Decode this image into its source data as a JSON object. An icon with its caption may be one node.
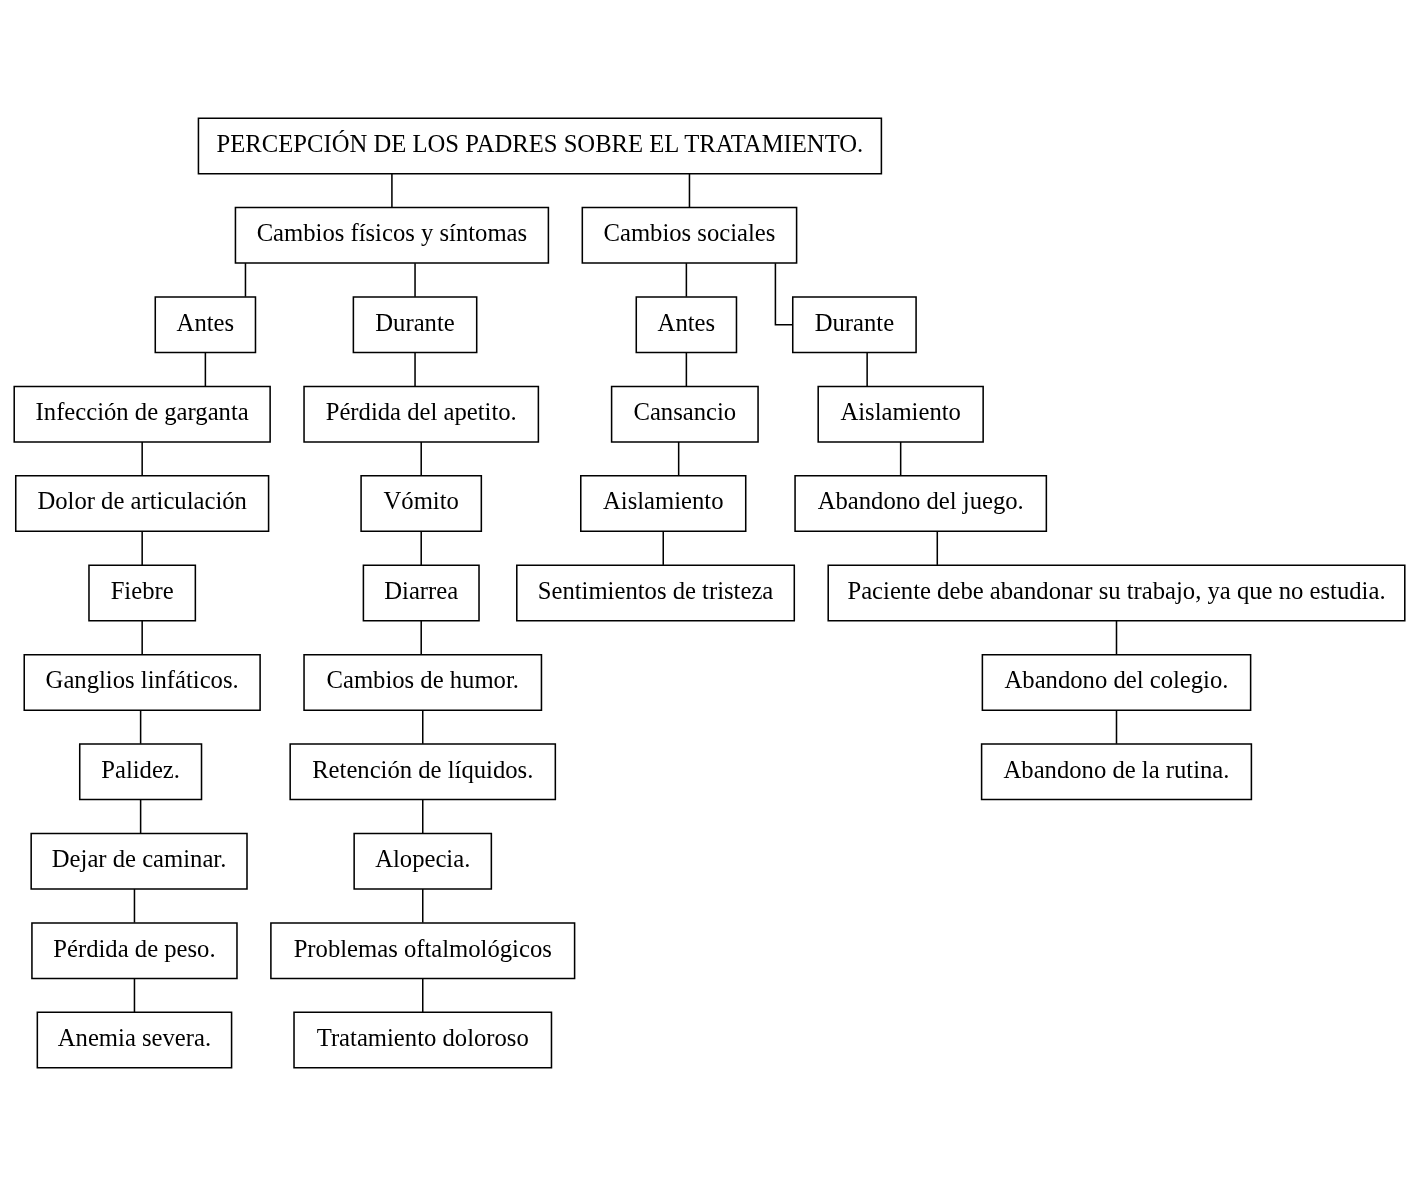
{
  "diagram": {
    "nodes": [
      {
        "text": [
          "PERCEPCIÓN DE LOS PADRES SOBRE EL TRATAMIENTO."
        ]
      },
      {
        "text": [
          "Cambios físicos y síntomas"
        ]
      },
      {
        "text": [
          "Cambios sociales"
        ]
      },
      {
        "text": [
          "Antes"
        ]
      },
      {
        "text": [
          "Durante"
        ]
      },
      {
        "text": [
          "Infección de garganta"
        ]
      },
      {
        "text": [
          "Dolor de articulación"
        ]
      },
      {
        "text": [
          "Fiebre"
        ]
      },
      {
        "text": [
          "Ganglios linfáticos."
        ]
      },
      {
        "text": [
          "Palidez."
        ]
      },
      {
        "text": [
          "Dejar de caminar."
        ]
      },
      {
        "text": [
          "Pérdida de peso."
        ]
      },
      {
        "text": [
          "Anemia severa."
        ]
      },
      {
        "text": [
          "Pérdida del apetito."
        ]
      },
      {
        "text": [
          "Vómito"
        ]
      },
      {
        "text": [
          "Diarrea"
        ]
      },
      {
        "text": [
          "Cambios de humor."
        ]
      },
      {
        "text": [
          "Retención de líquidos."
        ]
      },
      {
        "text": [
          "Alopecia."
        ]
      },
      {
        "text": [
          "Problemas oftalmológicos"
        ]
      },
      {
        "text": [
          "Tratamiento doloroso"
        ]
      },
      {
        "text": [
          "Antes"
        ]
      },
      {
        "text": [
          "Durante"
        ]
      },
      {
        "text": [
          "Cansancio"
        ]
      },
      {
        "text": [
          "Aislamiento"
        ]
      },
      {
        "text": [
          "Sentimientos de tristeza"
        ]
      },
      {
        "text": [
          "Aislamiento"
        ]
      },
      {
        "text": [
          "Abandono del juego."
        ]
      },
      {
        "text": [
          "Paciente debe abandonar su trabajo, ya que no estudia."
        ]
      },
      {
        "text": [
          "Abandono del colegio."
        ]
      },
      {
        "text": [
          "Abandono de la rutina."
        ]
      }
    ],
    "edges": [
      {
        "from": 0,
        "to": 1,
        "arrow": "none"
      },
      {
        "from": 0,
        "to": 2,
        "arrow": "none"
      },
      {
        "from": 1,
        "to": 3,
        "arrow": "none"
      },
      {
        "from": 1,
        "to": 4,
        "arrow": "none"
      },
      {
        "from": 3,
        "to": 5,
        "arrow": "none"
      },
      {
        "from": 5,
        "to": 6,
        "arrow": "none"
      },
      {
        "from": 6,
        "to": 7,
        "arrow": "none"
      },
      {
        "from": 7,
        "to": 8,
        "arrow": "none"
      },
      {
        "from": 8,
        "to": 9,
        "arrow": "none"
      },
      {
        "from": 9,
        "to": 10,
        "arrow": "none"
      },
      {
        "from": 10,
        "to": 11,
        "arrow": "none"
      },
      {
        "from": 11,
        "to": 12,
        "arrow": "none"
      },
      {
        "from": 4,
        "to": 13,
        "arrow": "none"
      },
      {
        "from": 13,
        "to": 14,
        "arrow": "none"
      },
      {
        "from": 14,
        "to": 15,
        "arrow": "none"
      },
      {
        "from": 15,
        "to": 16,
        "arrow": "none"
      },
      {
        "from": 16,
        "to": 17,
        "arrow": "none"
      },
      {
        "from": 17,
        "to": 18,
        "arrow": "none"
      },
      {
        "from": 18,
        "to": 19,
        "arrow": "none"
      },
      {
        "from": 19,
        "to": 20,
        "arrow": "none"
      },
      {
        "from": 2,
        "to": 21,
        "arrow": "none"
      },
      {
        "from": 2,
        "to": 22,
        "arrow": "none"
      },
      {
        "from": 21,
        "to": 23,
        "arrow": "none"
      },
      {
        "from": 23,
        "to": 24,
        "arrow": "none"
      },
      {
        "from": 24,
        "to": 25,
        "arrow": "none"
      },
      {
        "from": 22,
        "to": 26,
        "arrow": "none"
      },
      {
        "from": 26,
        "to": 27,
        "arrow": "none"
      },
      {
        "from": 27,
        "to": 28,
        "arrow": "none"
      },
      {
        "from": 28,
        "to": 29,
        "arrow": "none"
      },
      {
        "from": 29,
        "to": 30,
        "arrow": "none"
      }
    ]
  }
}
